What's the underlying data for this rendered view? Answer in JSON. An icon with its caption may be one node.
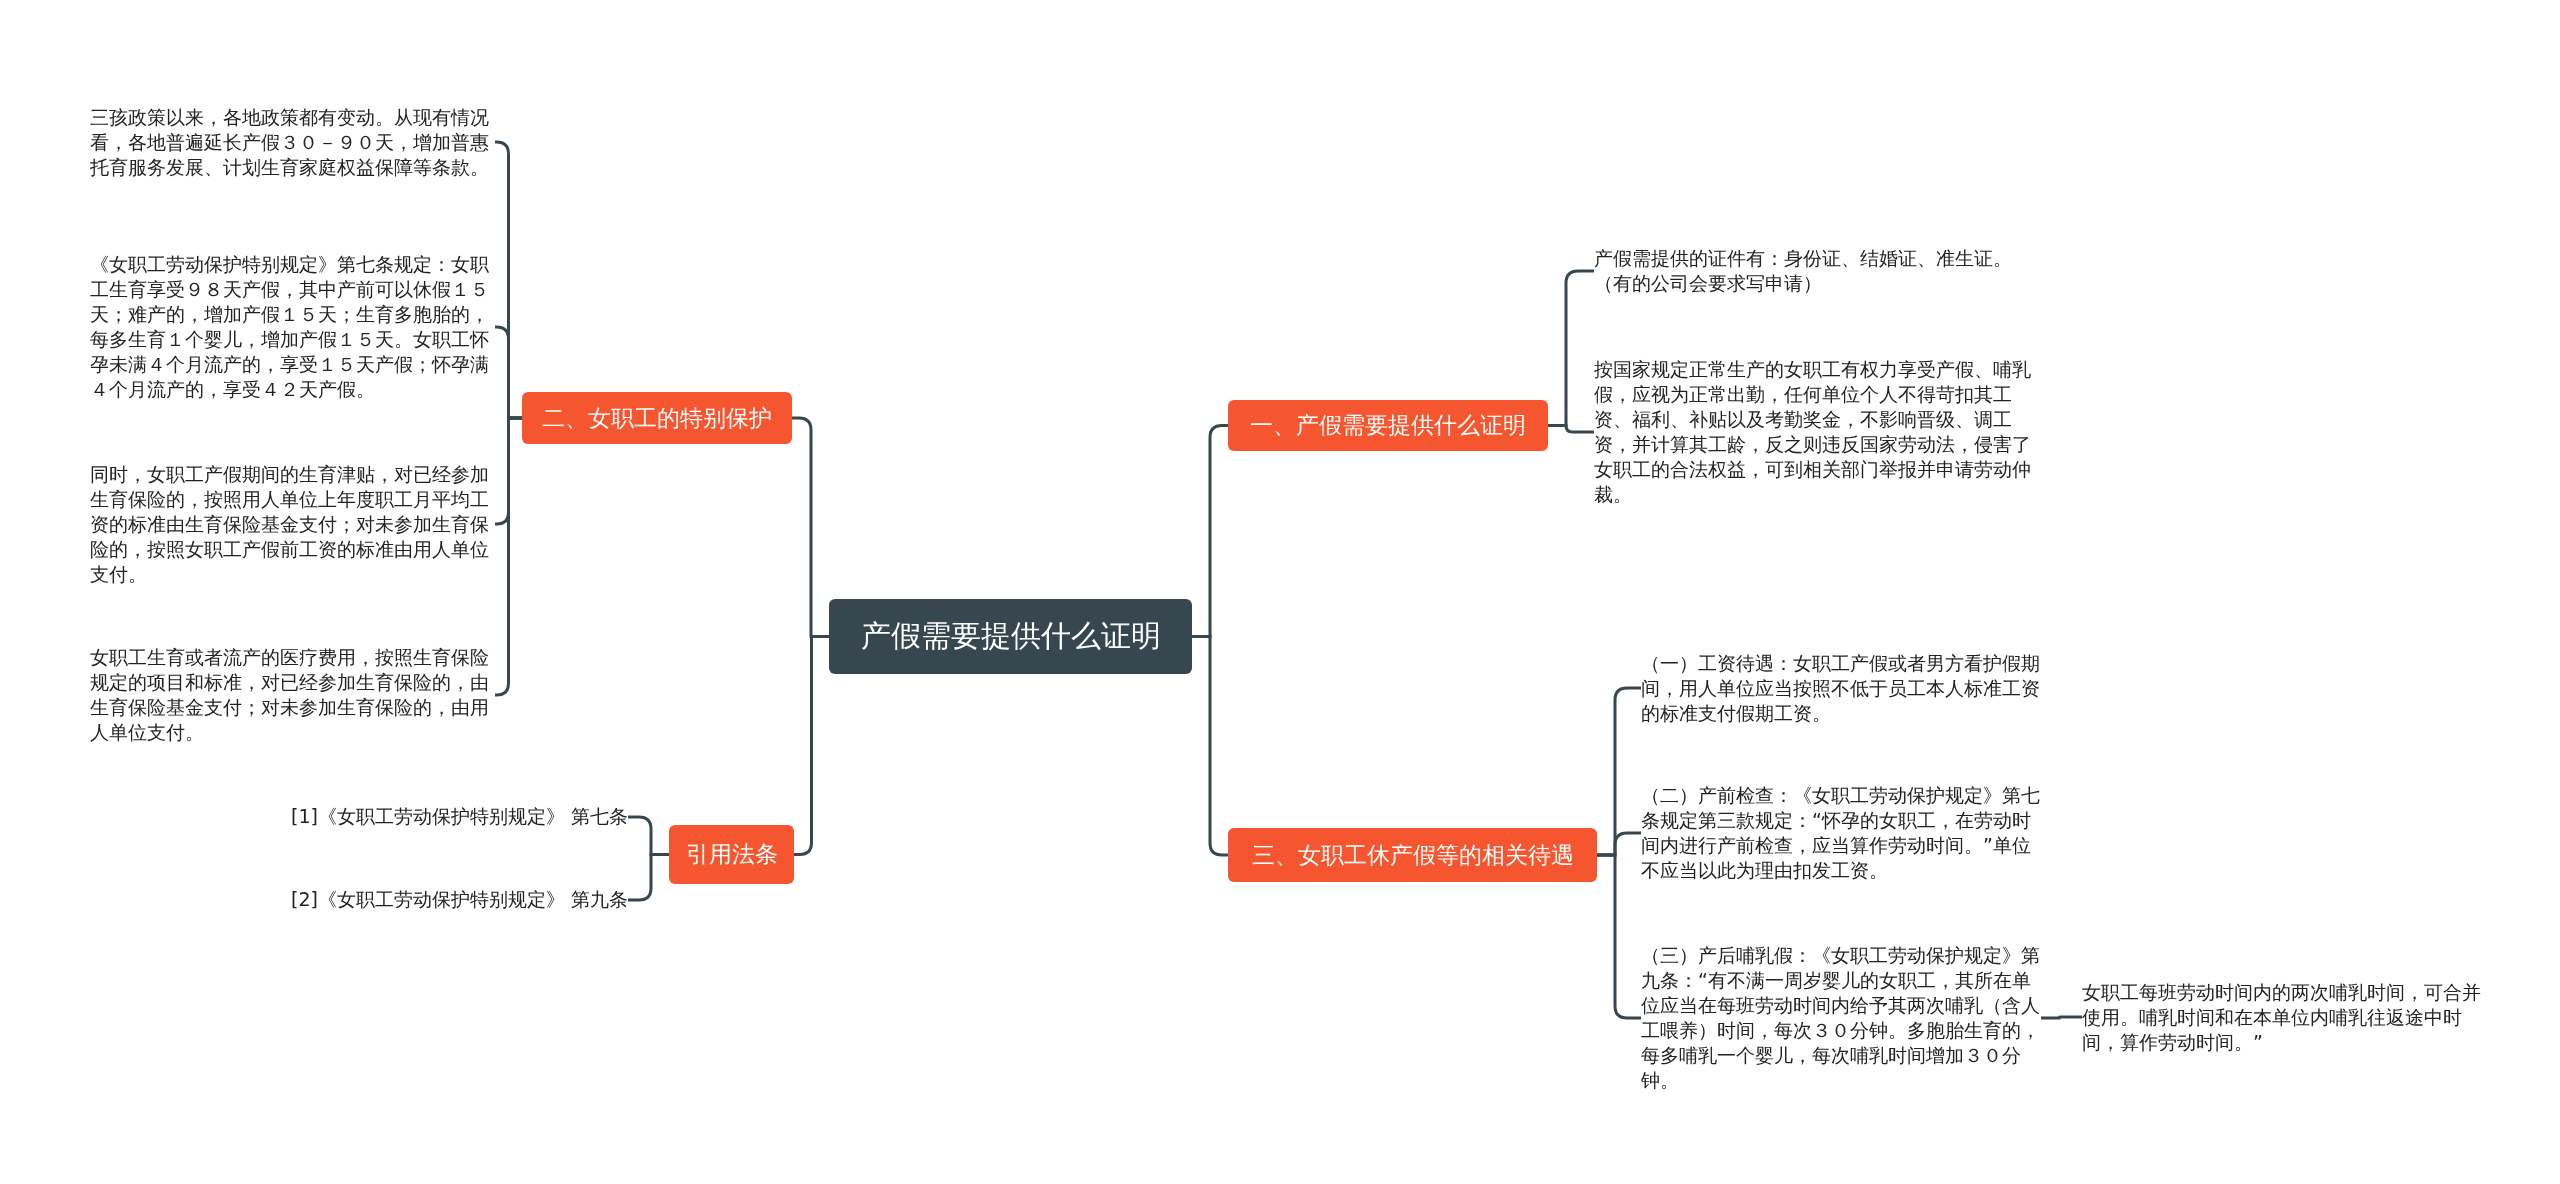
{
  "diagram": {
    "nodes": [
      {
        "text": [
          "产假需要提供什么证明"
        ]
      },
      {
        "text": [
          "一、产假需要提供什么证明"
        ]
      },
      {
        "text": [
          "产假需提供的证件有：身份证、结婚证、准生证。（有的公司会要求写申请）"
        ]
      },
      {
        "text": [
          "按国家规定正常生产的女职工有权力享受产假、哺乳假，应视为正常出勤，任何单位个人不得苛扣其工资、福利、补贴以及考勤奖金，不影响晋级、调工资，并计算其工龄，反之则违反国家劳动法，侵害了女职工的合法权益，可到相关部门举报并申请劳动仲裁。"
        ]
      },
      {
        "text": [
          "三、女职工休产假等的相关待遇"
        ]
      },
      {
        "text": [
          "（一）工资待遇：女职工产假或者男方看护假期间，用人单位应当按照不低于员工本人标准工资的标准支付假期工资。"
        ]
      },
      {
        "text": [
          "（二）产前检查：《女职工劳动保护规定》第七条规定第三款规定：“怀孕的女职工，在劳动时间内进行产前检查，应当算作劳动时间。”单位不应当以此为理由扣发工资。"
        ]
      },
      {
        "text": [
          "（三）产后哺乳假：《女职工劳动保护规定》第九条：“有不满一周岁婴儿的女职工，其所在单位应当在每班劳动时间内给予其两次哺乳（含人工喂养）时间，每次３０分钟。多胞胎生育的，每多哺乳一个婴儿，每次哺乳时间增加３０分钟。"
        ]
      },
      {
        "text": [
          "女职工每班劳动时间内的两次哺乳时间，可合并使用。哺乳时间和在本单位内哺乳往返途中时间，算作劳动时间。”"
        ]
      },
      {
        "text": [
          "二、女职工的特别保护"
        ]
      },
      {
        "text": [
          "三孩政策以来，各地政策都有变动。从现有情况看，各地普遍延长产假３０－９０天，增加普惠托育服务发展、计划生育家庭权益保障等条款。"
        ]
      },
      {
        "text": [
          "《女职工劳动保护特别规定》第七条规定：女职工生育享受９８天产假，其中产前可以休假１５天；难产的，增加产假１５天；生育多胞胎的，每多生育１个婴儿，增加产假１５天。女职工怀孕未满４个月流产的，享受１５天产假；怀孕满４个月流产的，享受４２天产假。"
        ]
      },
      {
        "text": [
          "同时，女职工产假期间的生育津贴，对已经参加生育保险的，按照用人单位上年度职工月平均工资的标准由生育保险基金支付；对未参加生育保险的，按照女职工产假前工资的标准由用人单位支付。"
        ]
      },
      {
        "text": [
          "女职工生育或者流产的医疗费用，按照生育保险规定的项目和标准，对已经参加生育保险的，由生育保险基金支付；对未参加生育保险的，由用人单位支付。"
        ]
      },
      {
        "text": [
          "引用法条"
        ]
      },
      {
        "text": [
          "[1]《女职工劳动保护特别规定》 第七条"
        ]
      },
      {
        "text": [
          "[2]《女职工劳动保护特别规定》 第九条"
        ]
      }
    ],
    "edges": [
      {
        "from": 0,
        "to": 1,
        "arrow": "none"
      },
      {
        "from": 1,
        "to": 2,
        "arrow": "none"
      },
      {
        "from": 1,
        "to": 3,
        "arrow": "none"
      },
      {
        "from": 0,
        "to": 4,
        "arrow": "none"
      },
      {
        "from": 4,
        "to": 5,
        "arrow": "none"
      },
      {
        "from": 4,
        "to": 6,
        "arrow": "none"
      },
      {
        "from": 4,
        "to": 7,
        "arrow": "none"
      },
      {
        "from": 7,
        "to": 8,
        "arrow": "none"
      },
      {
        "from": 0,
        "to": 9,
        "arrow": "none"
      },
      {
        "from": 9,
        "to": 10,
        "arrow": "none"
      },
      {
        "from": 9,
        "to": 11,
        "arrow": "none"
      },
      {
        "from": 9,
        "to": 12,
        "arrow": "none"
      },
      {
        "from": 9,
        "to": 13,
        "arrow": "none"
      },
      {
        "from": 0,
        "to": 14,
        "arrow": "none"
      },
      {
        "from": 14,
        "to": 15,
        "arrow": "none"
      },
      {
        "from": 14,
        "to": 16,
        "arrow": "none"
      }
    ]
  }
}
